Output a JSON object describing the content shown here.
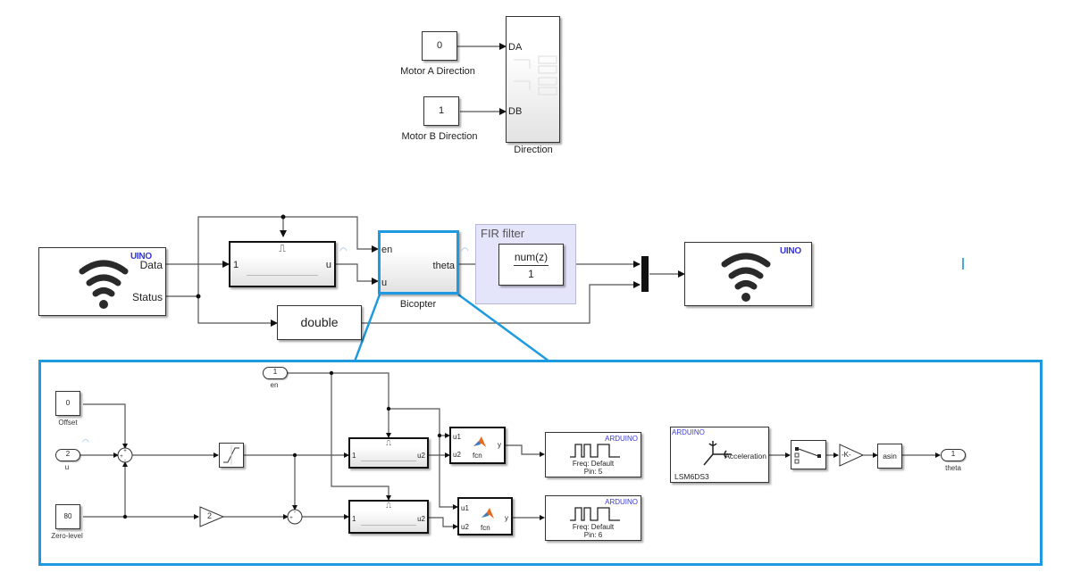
{
  "top": {
    "const_a": {
      "value": "0",
      "label": "Motor A Direction"
    },
    "const_b": {
      "value": "1",
      "label": "Motor B Direction"
    },
    "direction": {
      "label": "Direction",
      "ports": [
        "DA",
        "DB"
      ]
    }
  },
  "main": {
    "wifi_receive": {
      "badge": "UINO",
      "ports": [
        "Data",
        "Status"
      ]
    },
    "enabled_subsystem": {
      "in_port": "1",
      "out_port": "u",
      "enable_glyph": "⎍"
    },
    "convert": {
      "label": "double"
    },
    "bicopter": {
      "label": "Bicopter",
      "in_ports": [
        "en",
        "u"
      ],
      "out_port": "theta"
    },
    "fir_area": {
      "title": "FIR filter"
    },
    "fir_tf": {
      "num": "num(z)",
      "den": "1"
    },
    "wifi_send": {
      "badge": "UINO"
    }
  },
  "detail": {
    "offset": {
      "value": "0",
      "label": "Offset"
    },
    "u_in": {
      "value": "2",
      "label": "u"
    },
    "zero_level": {
      "value": "80",
      "label": "Zero-level"
    },
    "en_in": {
      "value": "1",
      "label": "en"
    },
    "gain": {
      "value": "2"
    },
    "sub1": {
      "in_port": "1",
      "out_port": "u2",
      "enable_glyph": "⎍"
    },
    "sub2": {
      "in_port": "1",
      "out_port": "u2",
      "enable_glyph": "⎍"
    },
    "fcn1": {
      "label": "fcn",
      "in_ports": [
        "u1",
        "u2"
      ],
      "out_port": "y"
    },
    "fcn2": {
      "label": "fcn",
      "in_ports": [
        "u1",
        "u2"
      ],
      "out_port": "y"
    },
    "pwm1": {
      "badge": "ARDUINO",
      "freq": "Freq: Default",
      "pin": "Pin: 5"
    },
    "pwm2": {
      "badge": "ARDUINO",
      "freq": "Freq: Default",
      "pin": "Pin: 6"
    },
    "imu": {
      "badge": "ARDUINO",
      "port": "Acceleration",
      "label": "LSM6DS3"
    },
    "k_gain": {
      "value": "-K-"
    },
    "asin": {
      "value": "asin"
    },
    "theta_out": {
      "value": "1",
      "label": "theta"
    }
  },
  "colors": {
    "highlight": "#1e9ae0",
    "arduino": "#3434d4",
    "area": "#e4e4fb"
  }
}
